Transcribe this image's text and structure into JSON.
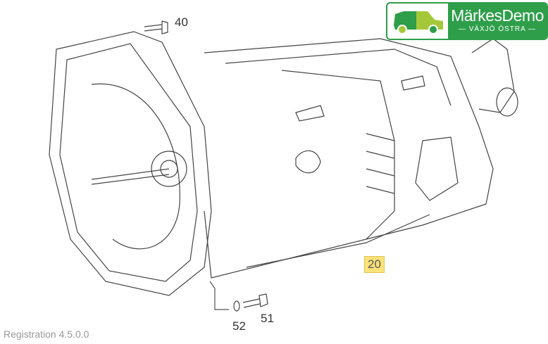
{
  "logo": {
    "name": "MärkesDemo",
    "subtitle": "— VÄXJÖ ÖSTRA —",
    "brand_color": "#2e9e4a",
    "accent_color": "#a5c83a"
  },
  "callouts": [
    {
      "number": "40",
      "highlighted": false
    },
    {
      "number": "20",
      "highlighted": true
    },
    {
      "number": "51",
      "highlighted": false
    },
    {
      "number": "52",
      "highlighted": false
    }
  ],
  "footer": {
    "version": "Registration 4.5.0.0"
  }
}
